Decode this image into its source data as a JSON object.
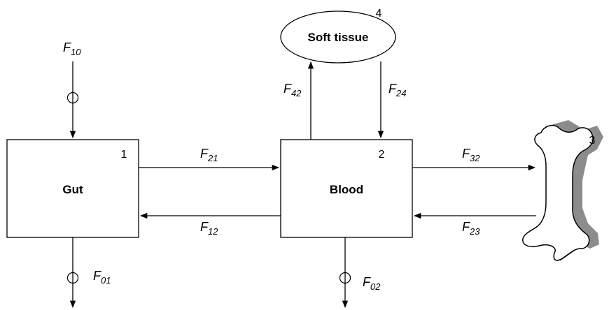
{
  "compartments": {
    "gut": {
      "label": "Gut",
      "number": "1"
    },
    "blood": {
      "label": "Blood",
      "number": "2"
    },
    "bone": {
      "number": "3"
    },
    "soft": {
      "label": "Soft tissue",
      "number": "4"
    }
  },
  "fluxes": {
    "f10": {
      "symbol": "F",
      "sub": "10"
    },
    "f01": {
      "symbol": "F",
      "sub": "01"
    },
    "f21": {
      "symbol": "F",
      "sub": "21"
    },
    "f12": {
      "symbol": "F",
      "sub": "12"
    },
    "f42": {
      "symbol": "F",
      "sub": "42"
    },
    "f24": {
      "symbol": "F",
      "sub": "24"
    },
    "f32": {
      "symbol": "F",
      "sub": "32"
    },
    "f23": {
      "symbol": "F",
      "sub": "23"
    },
    "f02": {
      "symbol": "F",
      "sub": "02"
    }
  },
  "colors": {
    "line": "#000000",
    "bone_shadow": "#8c8c8c",
    "background": "#ffffff"
  }
}
